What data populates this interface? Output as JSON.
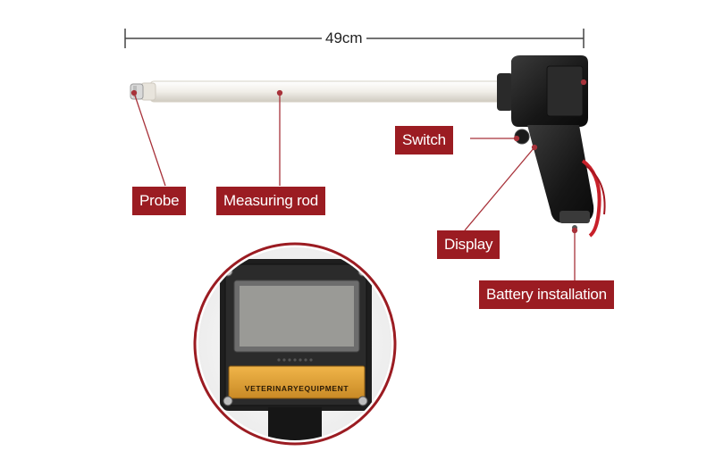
{
  "dimension": {
    "text": "49cm"
  },
  "labels": {
    "probe": "Probe",
    "measuring_rod": "Measuring rod",
    "switch": "Switch",
    "display": "Display",
    "battery": "Battery installation"
  },
  "display_plate": {
    "text": "VETERINARYEQUIPMENT"
  },
  "colors": {
    "label_bg": "#9b1c22",
    "leader_line": "#a8323a",
    "dimension_line": "#444444",
    "rod": "#f3f0ea",
    "device_body": "#1d1d1d",
    "plate": "#e2a53c",
    "strap": "#c8202a"
  }
}
